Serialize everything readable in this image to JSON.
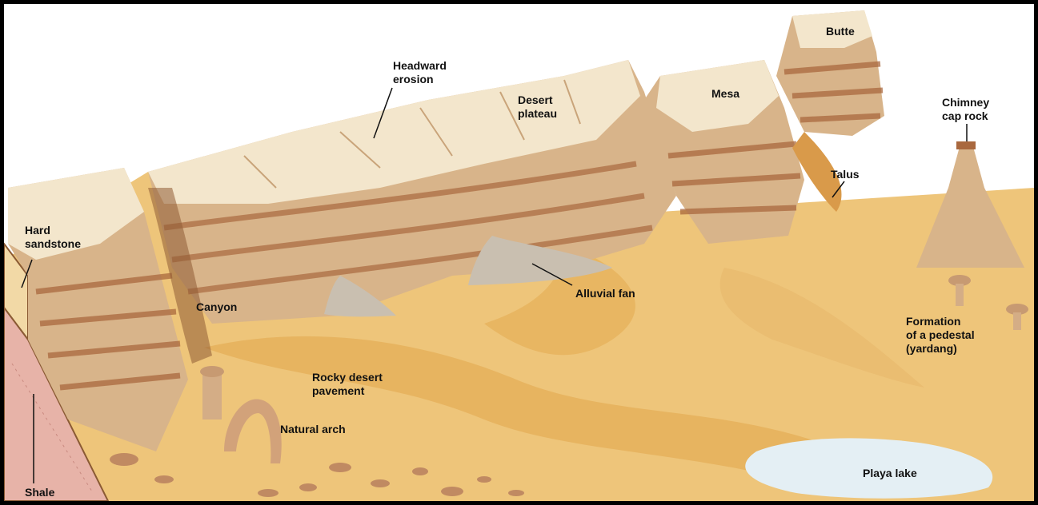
{
  "labels": {
    "headward_erosion": "Headward\nerosion",
    "butte": "Butte",
    "desert_plateau": "Desert\nplateau",
    "mesa": "Mesa",
    "chimney_cap_rock": "Chimney\ncap rock",
    "talus": "Talus",
    "hard_sandstone": "Hard\nsandstone",
    "canyon": "Canyon",
    "alluvial_fan": "Alluvial fan",
    "formation_pedestal": "Formation\nof a pedestal\n(yardang)",
    "rocky_desert_pavement": "Rocky desert\npavement",
    "natural_arch": "Natural arch",
    "shale": "Shale",
    "playa_lake": "Playa lake"
  },
  "colors": {
    "plateau_top": "#f3e6cc",
    "cliff": "#d8b48a",
    "cliff_band": "#a9683e",
    "desert_floor": "#eec57a",
    "desert_floor_dark": "#e3a94f",
    "sandstone_layer": "#f2d9a6",
    "shale_layer": "#e7b3a8",
    "playa": "#e4eff4",
    "alluvial_fan": "#c9bfb0"
  }
}
